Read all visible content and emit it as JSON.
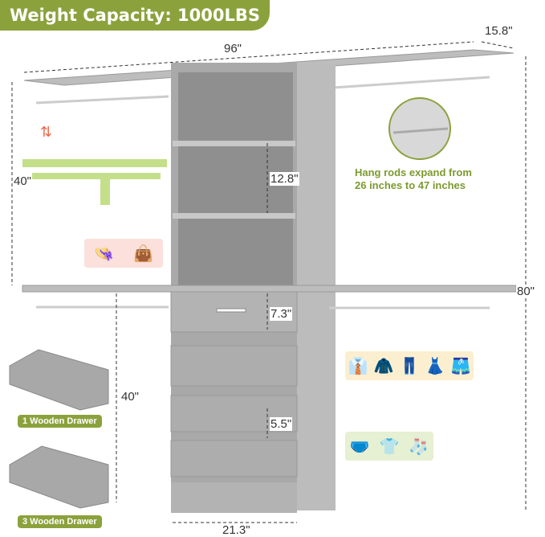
{
  "banner": {
    "title": "Weight Capacity: 1000LBS"
  },
  "dimensions": {
    "width": "96\"",
    "depth": "15.8\"",
    "upper_hang_height": "40\"",
    "shelf_spacing": "12.8\"",
    "drawer_height": "7.3\"",
    "bin_spacing": "5.5\"",
    "lower_hang_height": "40\"",
    "total_height": "80\"",
    "tower_width": "21.3\""
  },
  "note": {
    "line1": "Hang rods expand from",
    "line2": "26 inches to 47 inches"
  },
  "drawers": [
    {
      "label": "1 Wooden Drawer"
    },
    {
      "label": "3 Wooden Drawer"
    }
  ],
  "icon_groups": {
    "accessories": [
      "hat-icon",
      "handbag-icon"
    ],
    "clothing": [
      "shirt-icon",
      "jacket-icon",
      "pants-icon",
      "dress-icon",
      "skirt-icon"
    ],
    "small_items": [
      "underwear-icon",
      "onesie-icon",
      "sock-icon"
    ]
  },
  "colors": {
    "brand_green": "#8ba23c",
    "wood_gray": "#a9a9a9",
    "accent_pink": "#f0837a",
    "accent_yellow": "#f3b83a"
  }
}
